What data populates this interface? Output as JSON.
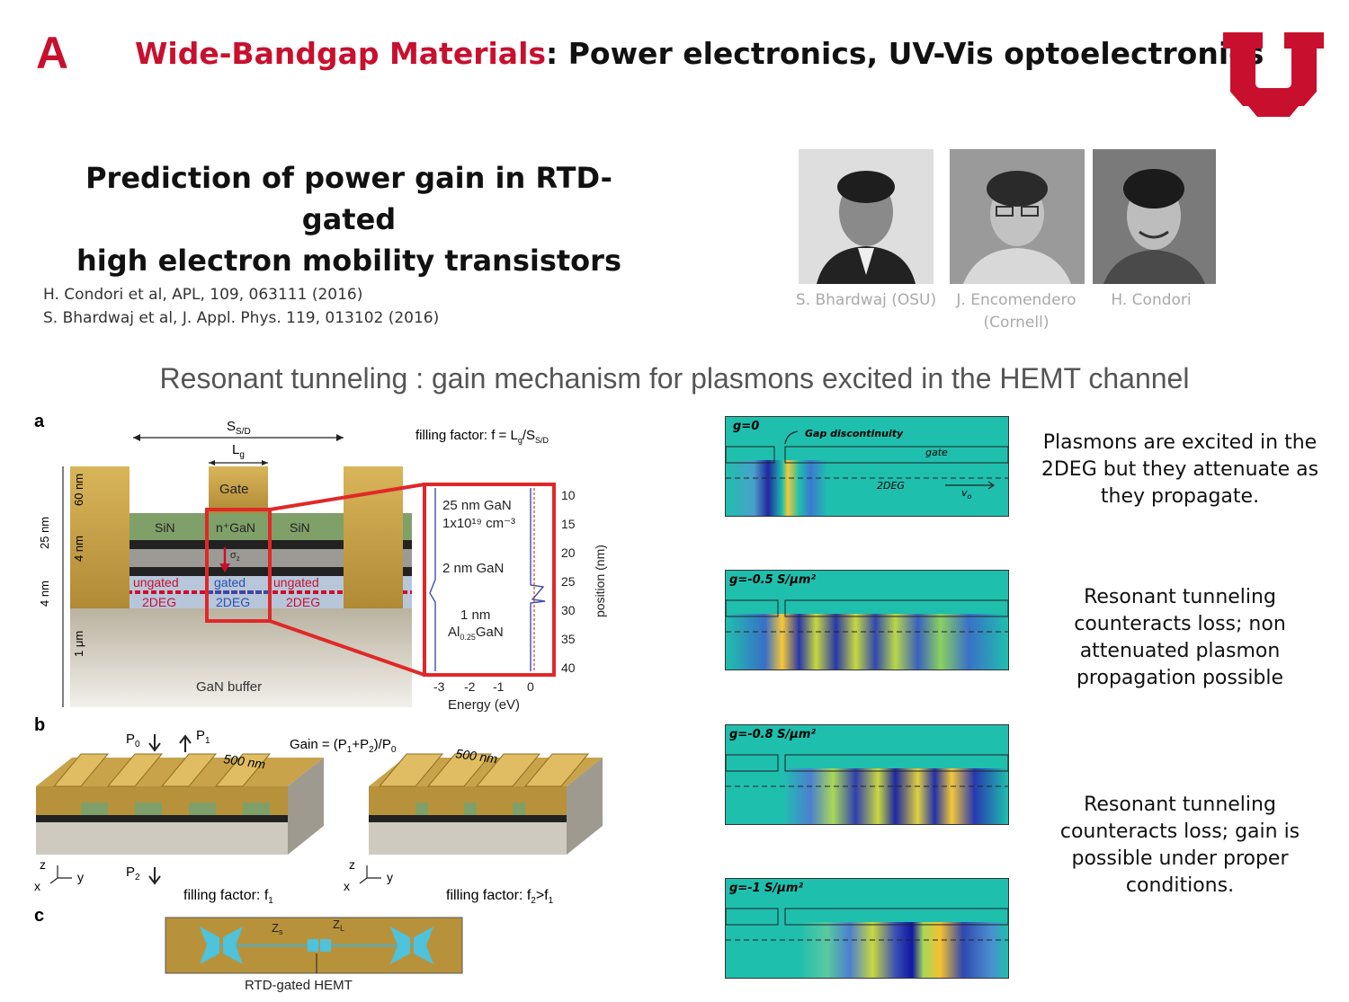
{
  "header": {
    "section_letter": "A",
    "title_accent": "Wide-Bandgap Materials",
    "title_rest": ": Power electronics, UV-Vis optoelectronics"
  },
  "talk": {
    "title_line1": "Prediction of power gain in RTD-gated",
    "title_line2": "high electron mobility transistors",
    "refs": [
      "H. Condori et al, APL, 109, 063111 (2016)",
      "S. Bhardwaj et al, J. Appl. Phys. 119, 013102 (2016)"
    ]
  },
  "people": [
    {
      "name": "S. Bhardwaj (OSU)",
      "affiliation": ""
    },
    {
      "name": "J. Encomendero",
      "affiliation": "(Cornell)"
    },
    {
      "name": "H. Condori",
      "affiliation": ""
    }
  ],
  "subtitle": "Resonant tunneling : gain mechanism for plasmons excited in the HEMT channel",
  "figure": {
    "panel_a": "a",
    "panel_b": "b",
    "panel_c": "c",
    "ssd": "S",
    "ssd_sub": "S/D",
    "lg": "L",
    "lg_sub": "g",
    "filling_factor": "filling factor: f = L",
    "filling_factor_sub1": "g",
    "filling_factor_mid": "/S",
    "filling_factor_sub2": "S/D",
    "gate": "Gate",
    "sin_left": "SiN",
    "ngan": "n⁺GaN",
    "sin_right": "SiN",
    "sigma": "σ",
    "sigma_sub": "z",
    "ungated_left": "ungated",
    "gated": "gated",
    "ungated_right": "ungated",
    "twodeg_left": "2DEG",
    "twodeg_mid": "2DEG",
    "twodeg_right": "2DEG",
    "gan_buffer": "GaN buffer",
    "dim_60": "60 nm",
    "dim_4a": "4 nm",
    "dim_25": "25 nm",
    "dim_4b": "4 nm",
    "dim_1um": "1 μm",
    "inset_l1": "25 nm GaN",
    "inset_l2": "1x10¹⁹ cm⁻³",
    "inset_l3": "2 nm GaN",
    "inset_l4": "1 nm",
    "inset_l5": "Al",
    "inset_l5_sub": "0.25",
    "inset_l5_rest": "GaN",
    "inset_yticks": [
      "10",
      "15",
      "20",
      "25",
      "30",
      "35",
      "40"
    ],
    "inset_xticks": [
      "-3",
      "-2",
      "-1",
      "0"
    ],
    "inset_xlabel": "Energy (eV)",
    "inset_ylabel": "position (nm)",
    "p0": "P",
    "p0_sub": "0",
    "p1": "P",
    "p1_sub": "1",
    "p2": "P",
    "p2_sub": "2",
    "gain_formula": "Gain = (P",
    "gain_formula_sub1": "1",
    "gain_formula_mid": "+P",
    "gain_formula_sub2": "2",
    "gain_formula_end": ")/P",
    "gain_formula_sub3": "0",
    "period_left": "500 nm",
    "period_right": "500 nm",
    "ff1": "filling factor: f",
    "ff1_sub": "1",
    "ff2": "filling factor: f",
    "ff2_sub": "2",
    "ff2_rest": ">f",
    "ff2_sub2": "1",
    "axis_z": "z",
    "axis_x": "x",
    "axis_y": "y",
    "zs": "Z",
    "zs_sub": "s",
    "zl": "Z",
    "zl_sub": "L",
    "rtd_hemt": "RTD-gated HEMT"
  },
  "simulations": [
    {
      "label": "g=0",
      "gap": "Gap discontinuity",
      "gate": "gate",
      "twodeg": "2DEG",
      "v0": "v",
      "v0_sub": "o"
    },
    {
      "label": "g=-0.5 S/μm²"
    },
    {
      "label": "g=-0.8 S/μm²"
    },
    {
      "label": "g=-1 S/μm²"
    }
  ],
  "notes": [
    "Plasmons are excited in the 2DEG but they attenuate as they propagate.",
    "Resonant tunneling counteracts loss; non attenuated plasmon propagation possible",
    "Resonant tunneling counteracts loss; gain is possible under proper conditions."
  ],
  "colors": {
    "accent_red": "#c8102e",
    "gold": "#c8a34a",
    "sin_green": "#7fa068",
    "sim_bg": "#1fbfae"
  }
}
